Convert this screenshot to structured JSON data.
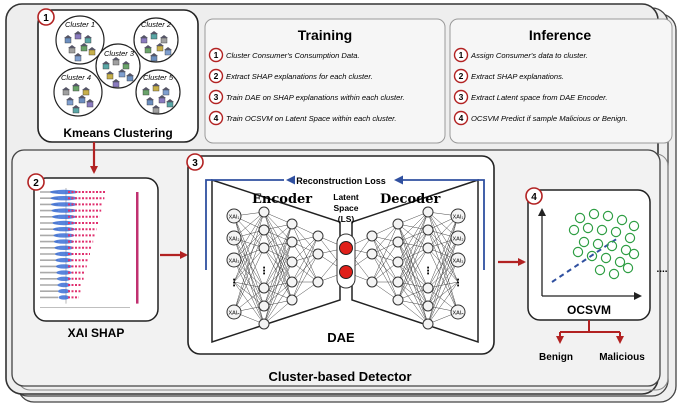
{
  "steps": {
    "s1": "1",
    "s2": "2",
    "s3": "3",
    "s4": "4"
  },
  "clustering": {
    "title": "Kmeans Clustering",
    "clusters": [
      "Cluster 1",
      "Cluster 2",
      "Cluster 3",
      "Cluster 4",
      "Cluster 5"
    ]
  },
  "training": {
    "title": "Training",
    "steps": [
      {
        "num": "1",
        "text": "Cluster Consumer's Consumption Data."
      },
      {
        "num": "2",
        "text": "Extract SHAP explanations for each cluster."
      },
      {
        "num": "3",
        "text": "Train DAE on SHAP explanations within each cluster."
      },
      {
        "num": "4",
        "text": "Train OCSVM on Latent Space within each cluster."
      }
    ]
  },
  "inference": {
    "title": "Inference",
    "steps": [
      {
        "num": "1",
        "text": "Assign Consumer's data to cluster."
      },
      {
        "num": "2",
        "text": "Extract SHAP explanations."
      },
      {
        "num": "3",
        "text": "Extract Latent space from DAE Encoder."
      },
      {
        "num": "4",
        "text": "OCSVM Predict if sample Malicious or Benign."
      }
    ]
  },
  "xai": {
    "label": "XAI SHAP"
  },
  "dae": {
    "label": "DAE",
    "encoder": "Encoder",
    "decoder": "Decoder",
    "latent_line1": "Latent",
    "latent_line2": "Space",
    "latent_line3": "(LS)",
    "reconstruction": "Reconstruction Loss",
    "input_nodes": [
      "XAI₁",
      "XAI₂",
      "XAI₃",
      "⋮",
      "XAIₙ"
    ],
    "output_nodes": [
      "XAI₁",
      "XAI₂",
      "XAI₃",
      "⋮",
      "XAIₙ"
    ]
  },
  "ocsvm": {
    "label": "OCSVM",
    "benign": "Benign",
    "malicious": "Malicious",
    "ellipsis": "...."
  },
  "footer": {
    "label": "Cluster-based Detector"
  },
  "colors": {
    "arrow": "#b22222",
    "blue": "#3050a0",
    "latent": "#e0201a",
    "green": "#2f9e44",
    "panel": "#eeeeee"
  }
}
